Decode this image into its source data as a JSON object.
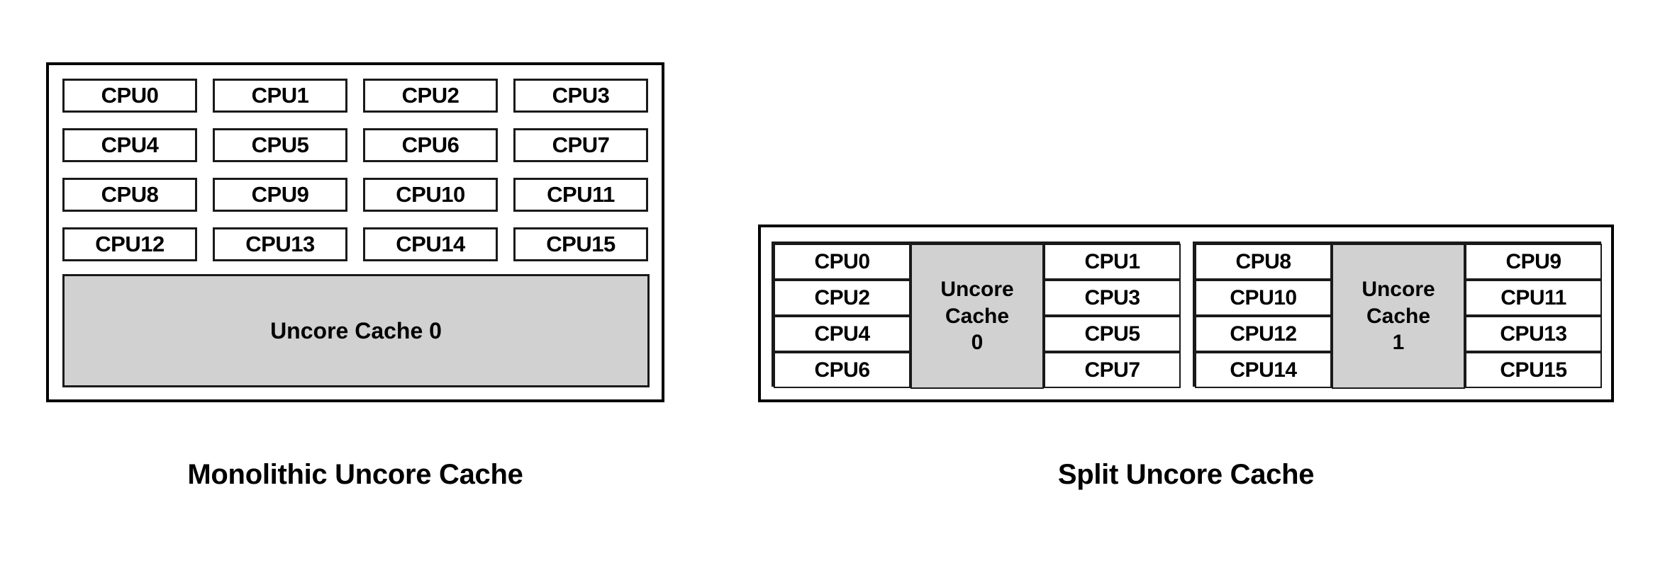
{
  "figure": {
    "background_color": "#ffffff",
    "box_fill_color": "#ffffff",
    "cache_fill_color": "#d1d1d1",
    "border_color": "#000000"
  },
  "monolithic": {
    "caption": "Monolithic Uncore Cache",
    "cpu_rows": [
      [
        "CPU0",
        "CPU1",
        "CPU2",
        "CPU3"
      ],
      [
        "CPU4",
        "CPU5",
        "CPU6",
        "CPU7"
      ],
      [
        "CPU8",
        "CPU9",
        "CPU10",
        "CPU11"
      ],
      [
        "CPU12",
        "CPU13",
        "CPU14",
        "CPU15"
      ]
    ],
    "cache": {
      "label": "Uncore Cache 0"
    }
  },
  "split": {
    "caption": "Split Uncore Cache",
    "groups": [
      {
        "left_column": [
          "CPU0",
          "CPU2",
          "CPU4",
          "CPU6"
        ],
        "cache": {
          "line1": "Uncore",
          "line2": "Cache",
          "line3": "0"
        },
        "right_column": [
          "CPU1",
          "CPU3",
          "CPU5",
          "CPU7"
        ]
      },
      {
        "left_column": [
          "CPU8",
          "CPU10",
          "CPU12",
          "CPU14"
        ],
        "cache": {
          "line1": "Uncore",
          "line2": "Cache",
          "line3": "1"
        },
        "right_column": [
          "CPU9",
          "CPU11",
          "CPU13",
          "CPU15"
        ]
      }
    ]
  }
}
